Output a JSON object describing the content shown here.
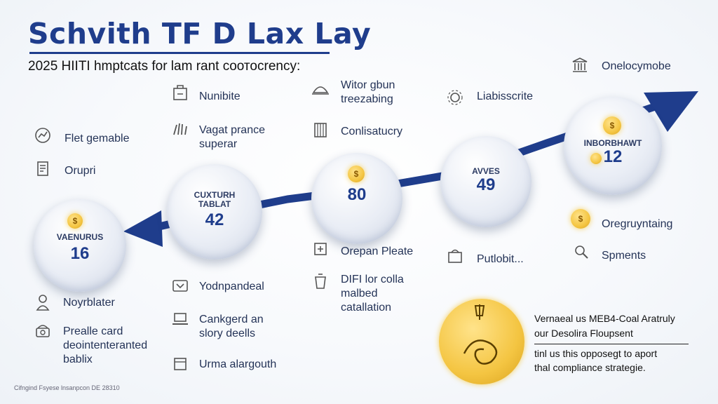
{
  "header": {
    "title": "Schvith TF D Lax Lay",
    "subtitle": "2025 HIITI hmptcats for lam rant coотосrency:"
  },
  "colors": {
    "primary": "#1f3d8c",
    "coin": "#f4c542",
    "bubble": "#e9edf5"
  },
  "milestones": [
    {
      "caption": "VAENURUS",
      "value": "16"
    },
    {
      "caption": "CUXTURH TABLAT",
      "value": "42"
    },
    {
      "caption": "",
      "value": "80"
    },
    {
      "caption": "AVVES",
      "value": "49"
    },
    {
      "caption": "INBORBHAWT",
      "value": "12"
    }
  ],
  "coin_symbol": "$",
  "labels": {
    "flet": "Flet gemable",
    "orupri": "Orupri",
    "nunibite": "Nunibite",
    "vagat": [
      "Vagat prance",
      "superar"
    ],
    "witor": [
      "Witor gbun",
      "treezabing"
    ],
    "conlisatucry": "Conlisatucry",
    "liabisscrite": "Liabisscrite",
    "onelocymobe": "Onelocymobe",
    "orepan": "Orepan Pleate",
    "difi": [
      "DIFI lor colla",
      "malbed",
      "catallation"
    ],
    "putlobit": "Putlobit...",
    "oregruyntaing": "Oregruyntaing",
    "spments": "Spments",
    "noyrblater": "Noyrblater",
    "prealle": [
      "Prealle card",
      "deointenteranted",
      "bablix"
    ],
    "yodnpandeal": "Yodnpandeal",
    "cankgerd": [
      "Cankgerd an",
      "slory deells"
    ],
    "urma": "Urma alargouth"
  },
  "note": {
    "line1": "Vernaeal us MEB4-Coal Aratruly",
    "line2": "our Desolira Floupsent",
    "line3": "tinl us this opposegt to aport",
    "line4": "thal compliance strategie."
  },
  "footer": "Cifngind Fsyese lnsanpcon DE 28310"
}
